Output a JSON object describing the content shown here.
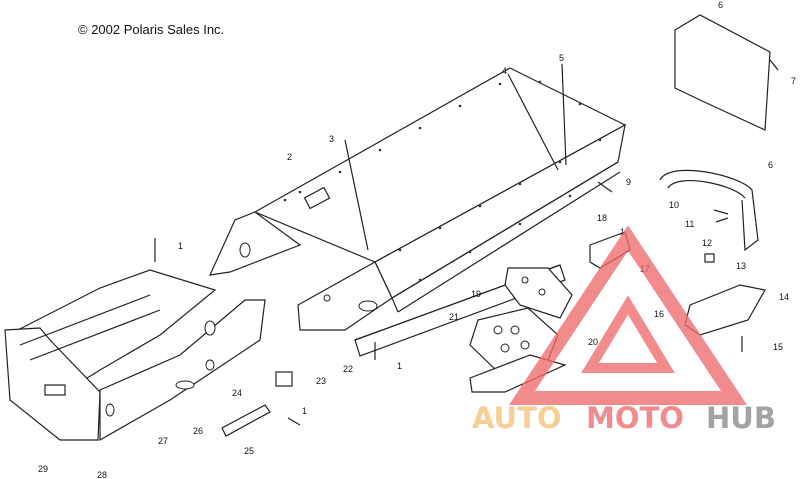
{
  "copyright": "© 2002 Polaris Sales Inc.",
  "callouts": [
    {
      "id": "c1a",
      "text": "1"
    },
    {
      "id": "c1b",
      "text": "1"
    },
    {
      "id": "c1c",
      "text": "1"
    },
    {
      "id": "c1d",
      "text": "1"
    },
    {
      "id": "c2",
      "text": "2"
    },
    {
      "id": "c3",
      "text": "3"
    },
    {
      "id": "c4",
      "text": "4"
    },
    {
      "id": "c5",
      "text": "5"
    },
    {
      "id": "c6a",
      "text": "6"
    },
    {
      "id": "c6b",
      "text": "6"
    },
    {
      "id": "c7",
      "text": "7"
    },
    {
      "id": "c9",
      "text": "9"
    },
    {
      "id": "c10",
      "text": "10"
    },
    {
      "id": "c11",
      "text": "11"
    },
    {
      "id": "c12",
      "text": "12"
    },
    {
      "id": "c13",
      "text": "13"
    },
    {
      "id": "c14",
      "text": "14"
    },
    {
      "id": "c15",
      "text": "15"
    },
    {
      "id": "c16",
      "text": "16"
    },
    {
      "id": "c17",
      "text": "17"
    },
    {
      "id": "c18",
      "text": "18"
    },
    {
      "id": "c19",
      "text": "19"
    },
    {
      "id": "c20",
      "text": "20"
    },
    {
      "id": "c21",
      "text": "21"
    },
    {
      "id": "c22",
      "text": "22"
    },
    {
      "id": "c23",
      "text": "23"
    },
    {
      "id": "c24",
      "text": "24"
    },
    {
      "id": "c25",
      "text": "25"
    },
    {
      "id": "c26",
      "text": "26"
    },
    {
      "id": "c27",
      "text": "27"
    },
    {
      "id": "c28",
      "text": "28"
    },
    {
      "id": "c29",
      "text": "29"
    }
  ],
  "watermark": {
    "part1": "AUTO",
    "part2": "MOTO",
    "part3": "HUB",
    "color_orange": "#f4c27a",
    "color_red": "#ef6b6b",
    "color_gray": "#8a8a8a"
  }
}
